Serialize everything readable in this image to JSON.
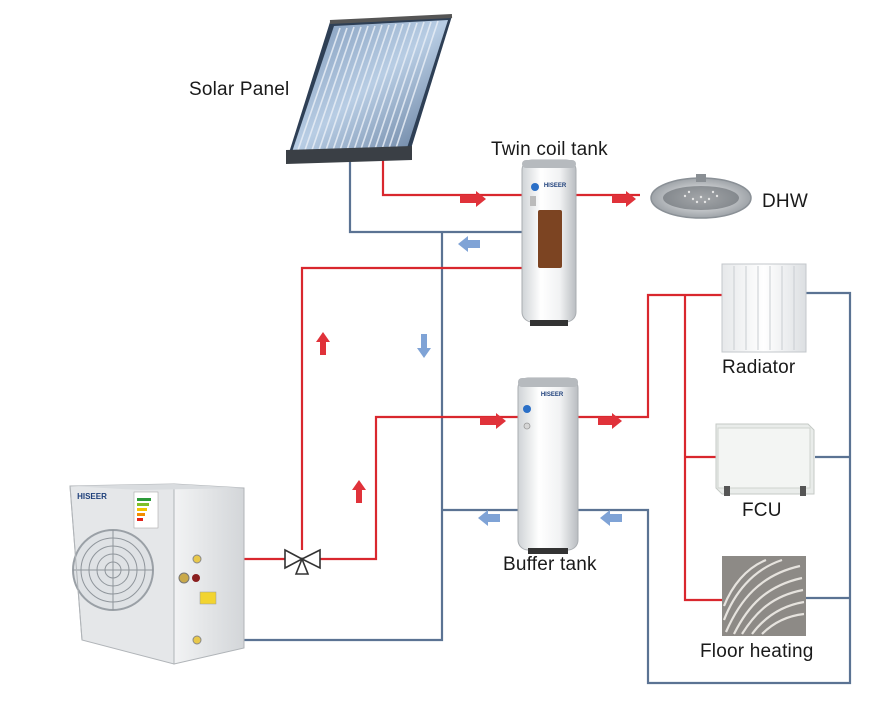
{
  "labels": {
    "solar_panel": "Solar Panel",
    "twin_coil_tank": "Twin coil tank",
    "dhw": "DHW",
    "radiator": "Radiator",
    "fcu": "FCU",
    "buffer_tank": "Buffer tank",
    "floor_heating": "Floor heating"
  },
  "brand": {
    "twin_tank_logo": "HISEER",
    "buffer_tank_logo": "HISEER",
    "heat_pump_logo": "HISEER"
  },
  "colors": {
    "hot_pipe": "#d9272e",
    "cold_pipe": "#5b7393",
    "hot_arrow": "#e0323a",
    "cold_arrow": "#7fa3d6"
  }
}
